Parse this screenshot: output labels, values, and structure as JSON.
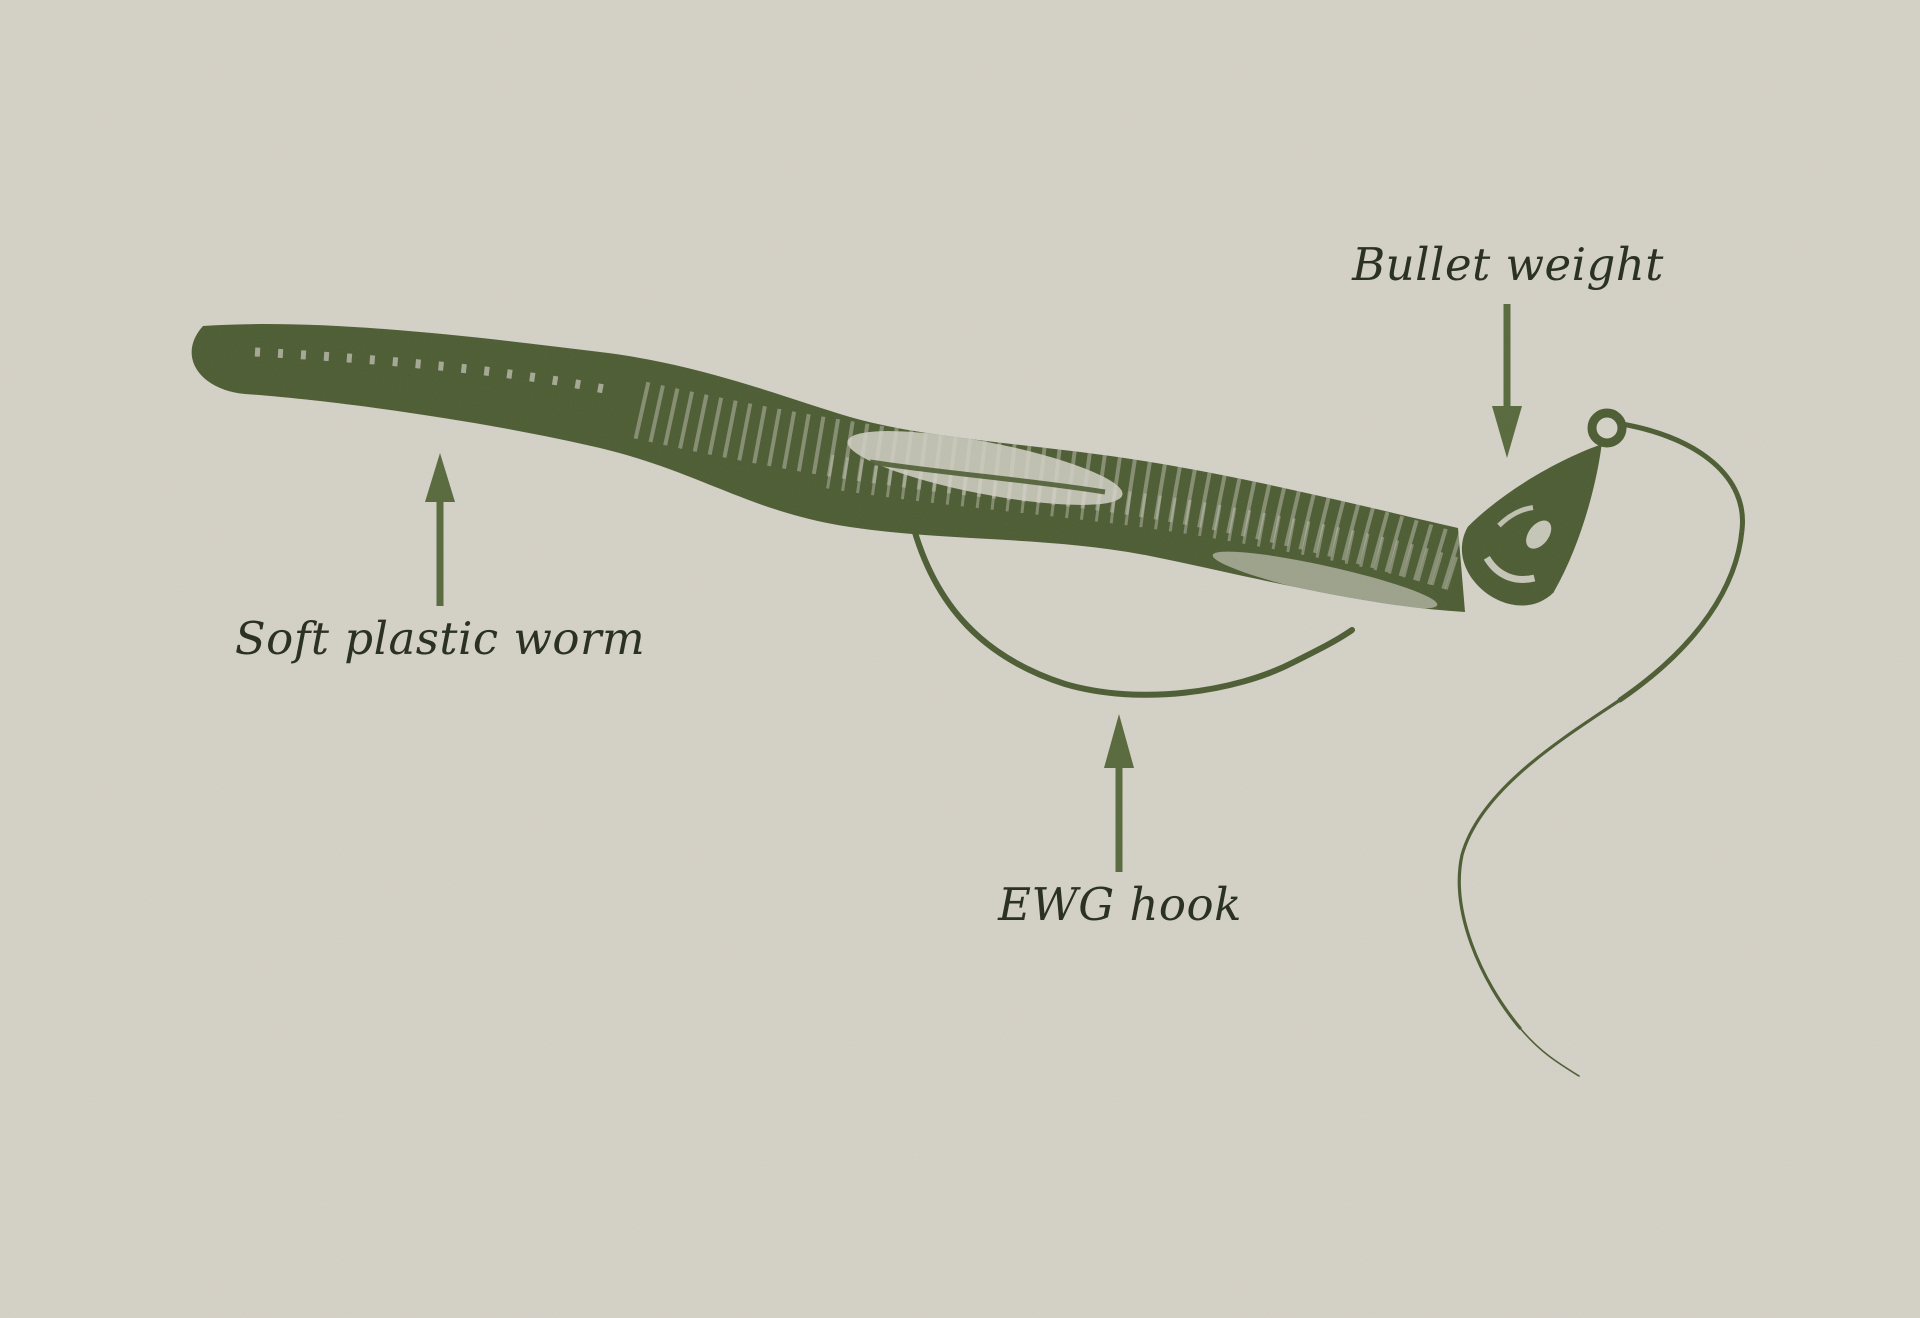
{
  "colors": {
    "background": "#d4d1c7",
    "ink": "#4c5c32",
    "annotation": "#57693c",
    "text": "#2b3223"
  },
  "diagram": {
    "subject": "texas-rig-fishing-setup",
    "labels": [
      {
        "id": "soft-plastic-worm",
        "text": "Soft plastic worm",
        "arrow_direction": "up"
      },
      {
        "id": "ewg-hook",
        "text": "EWG hook",
        "arrow_direction": "up"
      },
      {
        "id": "bullet-weight",
        "text": "Bullet weight",
        "arrow_direction": "down"
      }
    ]
  }
}
